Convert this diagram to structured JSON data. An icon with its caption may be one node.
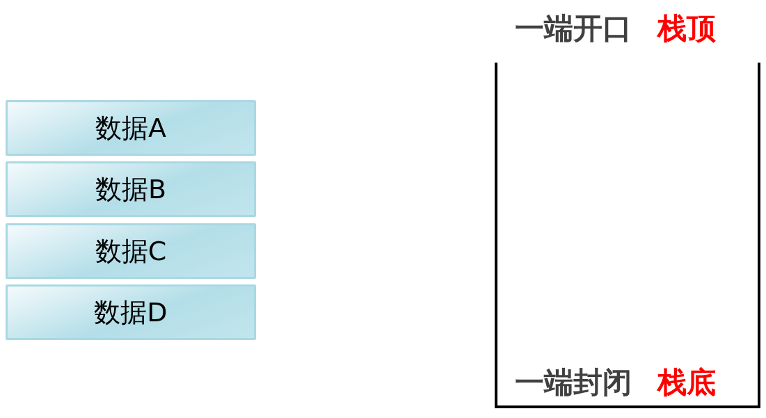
{
  "diagram": {
    "nodes": [
      {
        "text": [
          "数据A"
        ]
      },
      {
        "text": [
          "数据B"
        ]
      },
      {
        "text": [
          "数据C"
        ]
      },
      {
        "text": [
          "数据D"
        ]
      },
      {
        "text": [
          "一端开口",
          "栈顶",
          "一端封闭",
          "栈底"
        ]
      }
    ]
  }
}
